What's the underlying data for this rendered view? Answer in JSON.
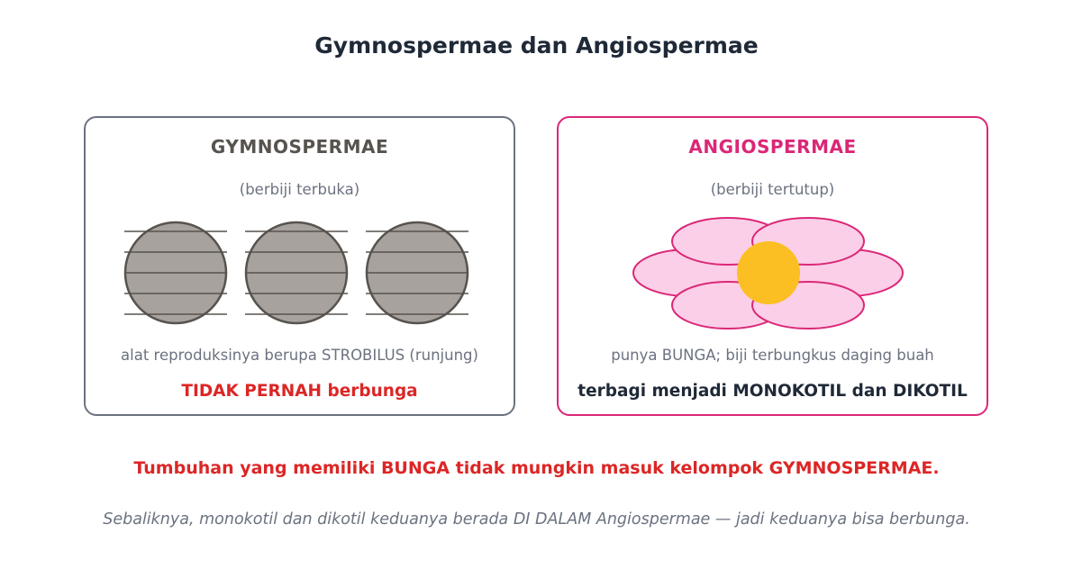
{
  "title": "Gymnospermae dan Angiospermae",
  "gymnospermae": {
    "heading": "GYMNOSPERMAE",
    "subtitle": "(berbiji terbuka)",
    "description": "alat reproduksinya berupa STROBILUS (runjung)",
    "emphasis": "TIDAK PERNAH berbunga",
    "icon": "strobilus-cone-icons",
    "count": 3,
    "colors": {
      "border": "#6b7280",
      "cone_fill": "#a8a29e",
      "cone_stroke": "#57534e",
      "emphasis": "#dc2626"
    }
  },
  "angiospermae": {
    "heading": "ANGIOSPERMAE",
    "subtitle": "(berbiji tertutup)",
    "description": "punya BUNGA; biji terbungkus daging buah",
    "emphasis": "terbagi menjadi MONOKOTIL dan DIKOTIL",
    "icon": "flower-icon",
    "colors": {
      "border": "#db2777",
      "petal_fill": "#fbcfe8",
      "petal_stroke": "#db2777",
      "center": "#fbbf24"
    }
  },
  "conclusion": "Tumbuhan yang memiliki BUNGA tidak mungkin masuk kelompok GYMNOSPERMAE.",
  "note": "Sebaliknya, monokotil dan dikotil keduanya berada DI DALAM Angiospermae — jadi keduanya bisa berbunga."
}
